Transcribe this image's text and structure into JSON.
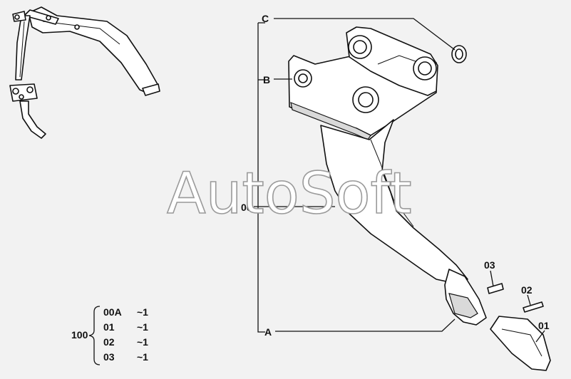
{
  "callouts": {
    "c": "C",
    "b": "B",
    "a": "A",
    "p00": "00",
    "p01": "01",
    "p02": "02",
    "p03": "03"
  },
  "watermark": "AutoSoft",
  "quantity_table": {
    "group": "100",
    "rows": [
      {
        "part": "00A",
        "qty": "~1"
      },
      {
        "part": "01",
        "qty": "~1"
      },
      {
        "part": "02",
        "qty": "~1"
      },
      {
        "part": "03",
        "qty": "~1"
      }
    ]
  },
  "colors": {
    "background": "#f2f2f2",
    "ink": "#111111",
    "watermark_outline": "#9a9a9a"
  }
}
